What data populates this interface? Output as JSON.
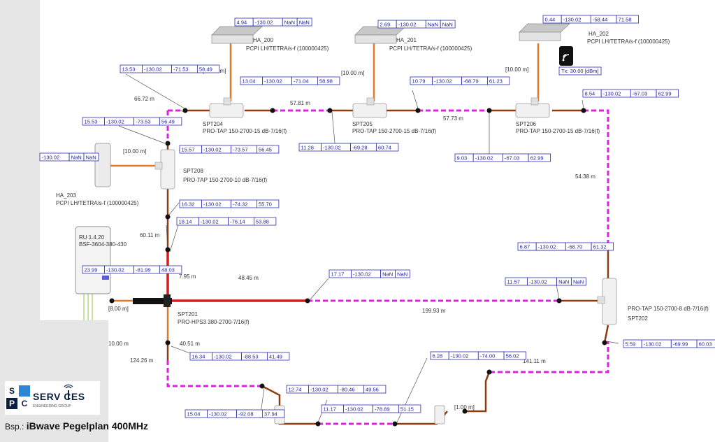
{
  "caption": {
    "prefix": "Bsp.:",
    "title": "iBwave Pegelplan 400MHz"
  },
  "logo": {
    "s": "S",
    "p": "P",
    "c": "C",
    "text": "SERV  CES",
    "subtitle": "ENGINEERING GROUP"
  },
  "colors": {
    "red_cable": "#d61b1b",
    "brown_cable": "#8a3b12",
    "orange_cable": "#e07a2a",
    "magenta_cable": "#e020e0",
    "box_border": "#2b2bb8",
    "green_line": "#a8d060"
  },
  "icons": [
    "antenna-icon",
    "splitter-icon",
    "connector-icon",
    "radio-unit-icon",
    "phone-signal-icon",
    "logo-antenna-icon"
  ],
  "antennas": [
    {
      "id": "HA_200",
      "model": "PCPI LH/TETRA/s-f (100000425)"
    },
    {
      "id": "HA_201",
      "model": "PCPI LH/TETRA/s-f (100000425)"
    },
    {
      "id": "HA_202",
      "model": "PCPI LH/TETRA/s-f (100000425)"
    },
    {
      "id": "HA_203",
      "model": "PCPI LH/TETRA/s-f (100000425)"
    }
  ],
  "splitters": [
    {
      "id": "SPT204",
      "model": "PRO-TAP 150-2700-15 dB-7/16(f)"
    },
    {
      "id": "SPT205",
      "model": "PRO-TAP 150-2700-15 dB-7/16(f)"
    },
    {
      "id": "SPT206",
      "model": "PRO-TAP 150-2700-15 dB-7/16(f)"
    },
    {
      "id": "SPT208",
      "model": "PRO-TAP 150-2700-10 dB-7/16(f)"
    },
    {
      "id": "SPT201",
      "model": "PRO-HPS3 380-2700-7/16(f)"
    },
    {
      "id": "SPT202",
      "model": "PRO-TAP 150-2700-8 dB-7/16(f)"
    }
  ],
  "radio_unit": {
    "id": "RU 1.4.20",
    "model": "BSF-3604-380-430"
  },
  "tx_label": "Tx: 30.00 [dBm]",
  "distances": [
    "66.72 m",
    "57.81 m",
    "57.73 m",
    "54.38 m",
    "60.11 m",
    "7.95 m",
    "48.45 m",
    "199.93 m",
    "40.51 m",
    "124.26 m",
    "141.11 m"
  ],
  "cable_lengths": [
    "[10.00 m]",
    "[10.00 m]",
    "[10.00 m]",
    "[10.00 m]",
    "[8.00 m]",
    "10.00 m",
    "[1.00 m]"
  ],
  "measurements": [
    [
      "4.94",
      "-130.02",
      "NaN",
      "NaN"
    ],
    [
      "2.69",
      "-130.02",
      "NaN",
      "NaN"
    ],
    [
      "0.44",
      "-130.02",
      "-58.44",
      "71.58"
    ],
    [
      "13.53",
      "-130.02",
      "-71.53",
      "58.49"
    ],
    [
      "13.04",
      "-130.02",
      "-71.04",
      "58.98"
    ],
    [
      "10.79",
      "-130.02",
      "-68.79",
      "61.23"
    ],
    [
      "8.54",
      "-130.02",
      "-67.03",
      "62.99"
    ],
    [
      "15.53",
      "-130.02",
      "-73.53",
      "56.49"
    ],
    [
      "15.57",
      "-130.02",
      "-73.57",
      "56.45"
    ],
    [
      "11.28",
      "-130.02",
      "-69.28",
      "60.74"
    ],
    [
      "9.03",
      "-130.02",
      "-67.03",
      "62.99"
    ],
    [
      "-130.02",
      "NaN",
      "NaN"
    ],
    [
      "16.32",
      "-130.02",
      "-74.32",
      "55.70"
    ],
    [
      "18.14",
      "-130.02",
      "-76.14",
      "53.88"
    ],
    [
      "23.99",
      "-130.02",
      "-81.99",
      "48.03"
    ],
    [
      "17.17",
      "-130.02",
      "NaN",
      "NaN"
    ],
    [
      "6.87",
      "-130.02",
      "-68.70",
      "61.32"
    ],
    [
      "11.57",
      "-130.02",
      "NaN",
      "NaN"
    ],
    [
      "16.34",
      "-130.02",
      "-88.53",
      "41.49"
    ],
    [
      "5.59",
      "-130.02",
      "-69.99",
      "60.03"
    ],
    [
      "6.28",
      "-130.02",
      "-74.00",
      "56.02"
    ],
    [
      "12.74",
      "-130.02",
      "-80.46",
      "49.56"
    ],
    [
      "11.17",
      "-130.02",
      "-78.89",
      "51.15"
    ],
    [
      "15.04",
      "-130.02",
      "-92.08",
      "37.94"
    ]
  ]
}
